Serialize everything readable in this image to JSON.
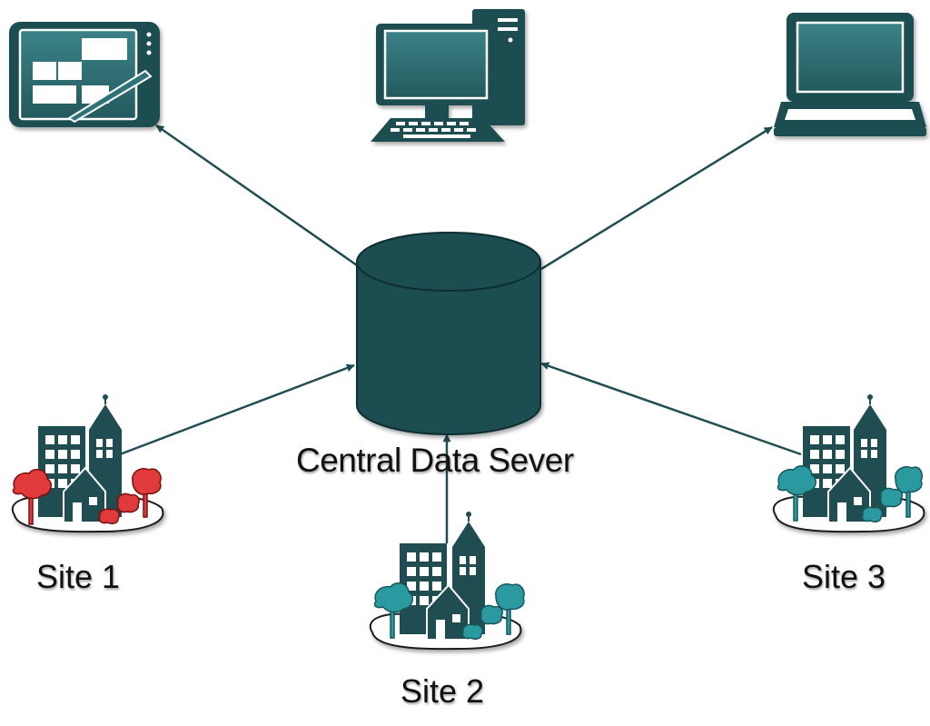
{
  "server": {
    "label": "Central Data Sever"
  },
  "sites": [
    {
      "label": "Site 1",
      "tree_color": "#e03a3a"
    },
    {
      "label": "Site 2",
      "tree_color": "#2b9aa0"
    },
    {
      "label": "Site 3",
      "tree_color": "#2b9aa0"
    }
  ],
  "devices": [
    "tablet-icon",
    "desktop-computer-icon",
    "laptop-icon"
  ],
  "colors": {
    "primary": "#1f4d51",
    "screen": "#2e7378",
    "arrow": "#1f4d51",
    "ground": "#ffffff",
    "alert_tree": "#e03a3a",
    "normal_tree": "#2b9aa0"
  }
}
